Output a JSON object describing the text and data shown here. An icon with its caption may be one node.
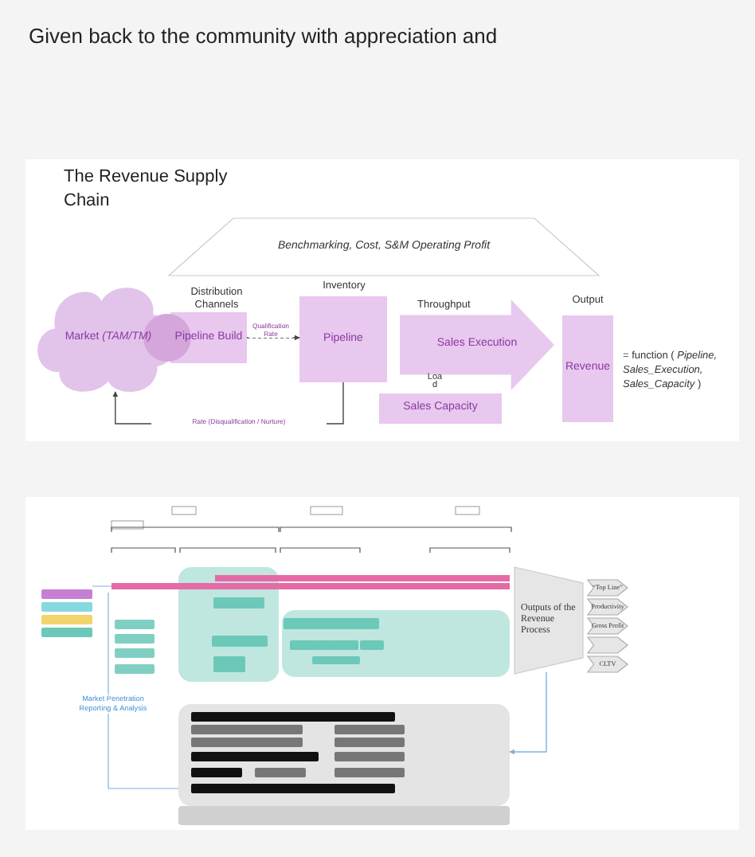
{
  "diagram": {
    "title": "Given back to the community with appreciation and",
    "nodes": [
      {
        "text": [
          "Market *(TAM/TM)*"
        ]
      },
      {
        "text": [
          "Pipeline Build"
        ],
        "beside": [
          "Distribution Channels"
        ]
      },
      {
        "text": [
          "Pipeline"
        ],
        "beside": [
          "Inventory"
        ]
      },
      {
        "text": [
          "Sales Execution"
        ],
        "beside": [
          "Throughput"
        ]
      },
      {
        "text": [
          "Sales Capacity"
        ]
      },
      {
        "text": [
          "Revenue"
        ],
        "beside": [
          "Output"
        ]
      },
      {
        "text": [
          "Benchmarking, Cost, S&M Operating Profit"
        ]
      },
      {
        "text": [
          "Outputs of the Revenue Process"
        ]
      },
      {
        "text": [
          "“Top Line”"
        ]
      },
      {
        "text": [
          "Productivity"
        ]
      },
      {
        "text": [
          "Gross Profit"
        ]
      },
      {
        "text": [],
        "shape": "chevron"
      },
      {
        "text": [
          "CLTV"
        ]
      }
    ],
    "edges": [
      {
        "from": 1,
        "to": 2,
        "arrow": "to",
        "label": "Qualification Rate",
        "style": "dashed"
      },
      {
        "from": 2,
        "to": 0,
        "arrow": "to",
        "label": "Rate (Disqualification / Nurture)"
      },
      {
        "from": 7,
        "to": null,
        "arrow": "to",
        "color": "#7fb2e0"
      }
    ],
    "labels": [
      "The Revenue Supply Chain",
      "= function ( *Pipeline, Sales_Execution, Sales_Capacity* )",
      "Load",
      "Market Penetration Reporting & Analysis"
    ]
  }
}
